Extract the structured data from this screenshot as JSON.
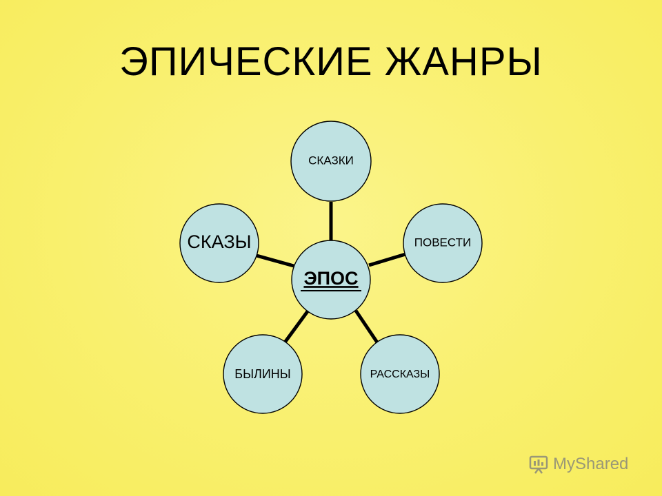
{
  "title": "ЭПИЧЕСКИЕ ЖАНРЫ",
  "diagram": {
    "center": {
      "label": "ЭПОС",
      "underline": true
    },
    "nodes": [
      {
        "id": "skazki",
        "label": "СКАЗКИ"
      },
      {
        "id": "povesti",
        "label": "ПОВЕСТИ"
      },
      {
        "id": "rasskazy",
        "label": "РАССКАЗЫ"
      },
      {
        "id": "byliny",
        "label": "БЫЛИНЫ"
      },
      {
        "id": "skazy",
        "label": "СКАЗЫ"
      }
    ]
  },
  "watermark": {
    "text": "MyShared",
    "icon": "presentation-board-icon"
  },
  "colors": {
    "background": "#f9f06e",
    "circle_fill": "#bfe2e2",
    "stroke": "#000000"
  }
}
